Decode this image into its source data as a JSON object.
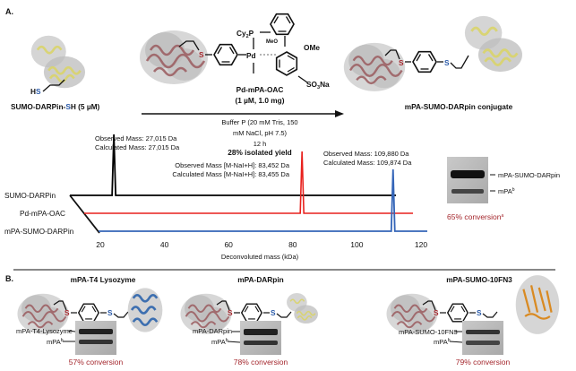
{
  "panel_a": {
    "label": "A.",
    "reactant": {
      "hs": "H",
      "s": "S",
      "label_pre": "SUMO-DARPin-",
      "label_s": "S",
      "label_h": "H",
      "label_post": " (5 µM)"
    },
    "reagent": {
      "s": "S",
      "pd": "Pd",
      "cy2p": "Cy",
      "cy2p_sub": "2",
      "cy2p_p": "P",
      "meo": "MeO",
      "ome": "OMe",
      "so3na_a": "SO",
      "so3na_sub": "3",
      "so3na_b": "Na",
      "name": "Pd-mPA-OAC",
      "amount": "(1 µM, 1.0 mg)"
    },
    "conditions": [
      "Buffer P (20 mM Tris, 150",
      "mM NaCl, pH 7.5)",
      "12 h"
    ],
    "yield": "28% isolated yield",
    "product": {
      "s1": "S",
      "s2": "S",
      "label": "mPA-SUMO-DARpin conjugate"
    },
    "spectrum": {
      "traces": [
        {
          "name": "SUMO-DARPin",
          "color": "#000000",
          "peak_kda": 27.015,
          "annotation": [
            "Observed Mass: 27,015 Da",
            "Calculated Mass: 27,015 Da"
          ]
        },
        {
          "name": "Pd-mPA-OAC",
          "color": "#e8211d",
          "peak_kda": 83.452,
          "annotation": [
            "Observed Mass [M-NaI+H]: 83,452 Da",
            "Calculated Mass [M-NaI+H]: 83,455 Da"
          ]
        },
        {
          "name": "mPA-SUMO-DARPin",
          "color": "#3465b8",
          "peak_kda": 109.88,
          "annotation": [
            "Observed Mass: 109,880 Da",
            "Calculated Mass: 109,874 Da"
          ]
        }
      ],
      "x_ticks": [
        "20",
        "40",
        "60",
        "80",
        "100",
        "120"
      ],
      "x_label": "Deconvoluted mass (kDa)"
    },
    "gel": {
      "band1": "mPA-SUMO-DARpin",
      "band2": "mPA",
      "band2_sup": "b",
      "conversion": "65% conversion",
      "conversion_sup": "a"
    }
  },
  "panel_b": {
    "label": "B.",
    "items": [
      {
        "title": "mPA-T4 Lysozyme",
        "band1": "mPA-T4-Lysozyme",
        "band2": "mPA",
        "band2_sup": "b",
        "conversion": "57% conversion",
        "s1": "S",
        "s2": "S"
      },
      {
        "title": "mPA-DARpin",
        "band1": "mPA-DARpin",
        "band2": "mPA",
        "band2_sup": "b",
        "conversion": "78% conversion",
        "s1": "S",
        "s2": "S"
      },
      {
        "title": "mPA-SUMO-10FN3",
        "band1": "mPA-SUMO-10FN3",
        "band2": "mPA",
        "band2_sup": "b",
        "conversion": "79% conversion",
        "s1": "S",
        "s2": "S"
      }
    ]
  },
  "colors": {
    "s_red": "#a4262c",
    "s_blue": "#2a5aa8",
    "spectrum_red": "#e8211d",
    "spectrum_blue": "#3465b8",
    "conversion": "#a4262c"
  }
}
